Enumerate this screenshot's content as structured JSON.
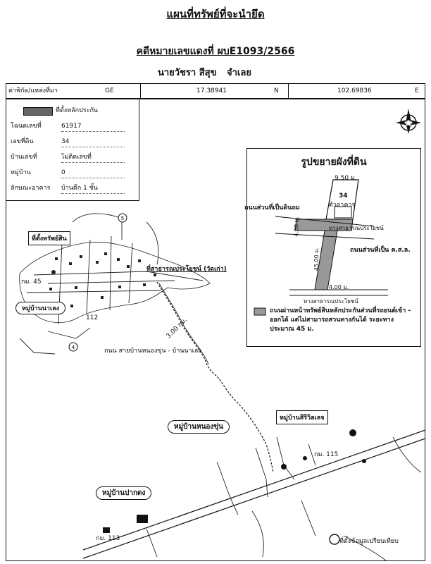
{
  "header": {
    "title": "แผนที่ทรัพย์ที่จะนำยึด",
    "case_no": "คดีหมายเลขแดงที่ ผบE1093/2566",
    "owner": "นายวัชรา สีสุข",
    "status": "จำเลย"
  },
  "coords": {
    "label": "ค่าพิกัด/แหล่งที่มา",
    "source": "GE",
    "lat": "17.38941",
    "lat_dir": "N",
    "lon": "102.69836",
    "lon_dir": "E"
  },
  "info": {
    "legend": "ที่ตั้งหลักประกัน",
    "rows": [
      {
        "label": "โฉนดเลขที่",
        "value": "61917"
      },
      {
        "label": "เลขที่ดิน",
        "value": "34"
      },
      {
        "label": "บ้านเลขที่",
        "value": "ไม่ติดเลขที่"
      },
      {
        "label": "หมู่บ้าน",
        "value": "0"
      },
      {
        "label": "ลักษณะอาคาร",
        "value": "บ้านตึก 1 ชั้น"
      }
    ]
  },
  "inset": {
    "title": "รูปขยายผังที่ดิน",
    "parcel_no": "34",
    "building": "ตัวอาคาร",
    "width_top": "9.50 ม.",
    "road_dirt": "ถนนส่วนที่เป็นดินถม",
    "road_concrete": "ถนนส่วนที่เป็น ค.ส.ล.",
    "public_way": "ทางสาธารณประโยชน์",
    "dim_4": "4.00 ม.",
    "dim_45": "45.00 ม.",
    "note": "ถนนผ่านหน้าทรัพย์สินหลักประกันส่วนที่รถยนต์เข้า - ออกได้ แต่ไม่สามารถสวนทางกันได้ ระยะทางประมาณ 45 ม."
  },
  "map": {
    "property_label": "ที่ตั้งทรัพย์สิน",
    "public_place": "ที่สาธารณประโยชน์ (วัดเก่า)",
    "village_naeng": "หมู่บ้านนาเลง",
    "village_nongkhun": "หมู่บ้านหนองขุ่น",
    "village_siwilai": "หมู่บ้านสิริวิลเลจ",
    "village_pakdong": "หมู่บ้านปากดง",
    "road_main": "ถนน สายบ้านหนองขุ่น - บ้านนาเลง",
    "route_3km": "3.00 กม.",
    "km_45": "กม. 45",
    "km_115": "กม. 115",
    "km_113": "กม. 113",
    "km_112": "112",
    "num_5": "5",
    "num_4": "4",
    "legend_compare": "ที่ตั้งข้อมูลเปรียบเทียบ",
    "compass": "N"
  }
}
